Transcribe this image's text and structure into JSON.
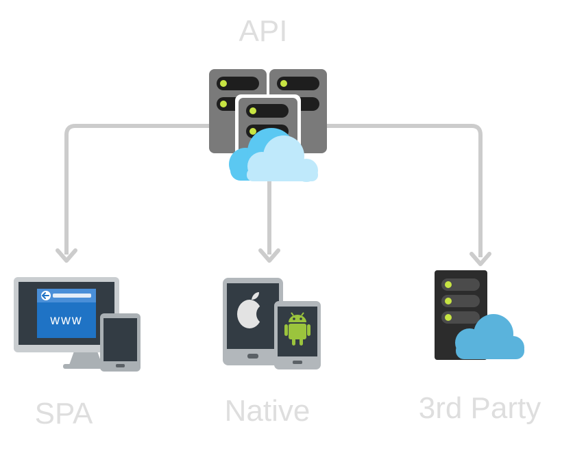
{
  "labels": {
    "api": "API",
    "spa": "SPA",
    "native": "Native",
    "third_party": "3rd Party"
  },
  "icons": {
    "api": "server-rack-cloud-icon",
    "spa": "desktop-browser-tablet-icon",
    "native": "apple-android-devices-icon",
    "third_party": "server-cloud-icon"
  },
  "browser_text": "www",
  "colors": {
    "label": "#dedede",
    "connector": "#cccccc",
    "server": "#7a7a7a",
    "led": "#c7e443",
    "cloud_front": "#bfe9fb",
    "cloud_back": "#5bc8f2",
    "browser_blue": "#1f73c5",
    "android_green": "#9bc43d"
  }
}
